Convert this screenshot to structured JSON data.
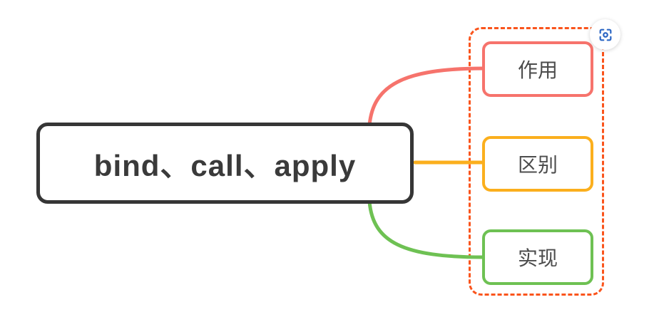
{
  "mindmap": {
    "root": {
      "label": "bind、call、apply",
      "border_color": "#363636",
      "text_color": "#3a3a3a",
      "fill": "#ffffff"
    },
    "children": [
      {
        "label": "作用",
        "color": "#f6736c",
        "text_color": "#4c4c4c",
        "fill": "#ffffff"
      },
      {
        "label": "区别",
        "color": "#fbaf1d",
        "text_color": "#4c4c4c",
        "fill": "#ffffff"
      },
      {
        "label": "实现",
        "color": "#6ec153",
        "text_color": "#4c4c4c",
        "fill": "#ffffff"
      }
    ],
    "selection_box": {
      "border_color": "#fa541c",
      "style": "dashed"
    },
    "capture_button": {
      "icon": "scan-focus-icon",
      "icon_color": "#2b66c4",
      "background": "#ffffff"
    }
  }
}
